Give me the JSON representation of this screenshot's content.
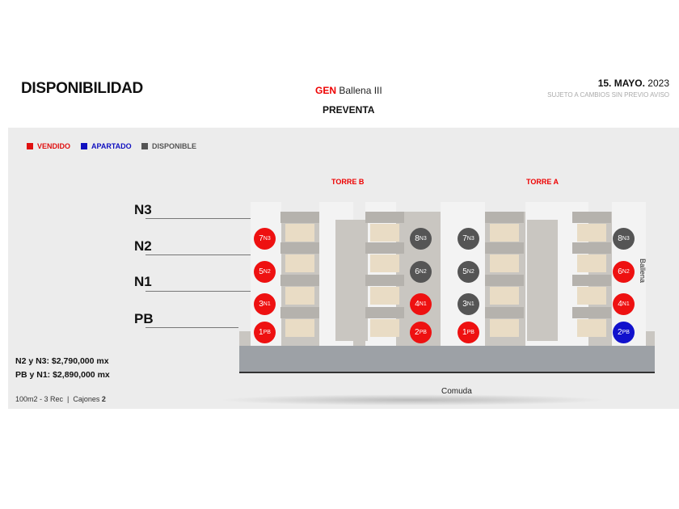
{
  "header": {
    "title": "DISPONIBILIDAD",
    "project_brand": "GEN",
    "project_name": "Ballena III",
    "phase": "PREVENTA",
    "date_bold": "15. MAYO.",
    "date_year": "2023",
    "notice": "SUJETO A CAMBIOS SIN PREVIO AVISO"
  },
  "legend": [
    {
      "label": "VENDIDO",
      "color": "#e01010"
    },
    {
      "label": "APARTADO",
      "color": "#1010c0"
    },
    {
      "label": "DISPONIBLE",
      "color": "#555555"
    }
  ],
  "towers": [
    {
      "name": "TORRE B"
    },
    {
      "name": "TORRE A"
    }
  ],
  "levels": [
    "N3",
    "N2",
    "N1",
    "PB"
  ],
  "prices": [
    "N2 y N3: $2,790,000 mx",
    "PB y N1: $2,890,000 mx"
  ],
  "specs": {
    "text": "100m2 - 3 Rec  |  Cajones ",
    "cajones": "2"
  },
  "streets": {
    "bottom": "Comuda",
    "side": "Ballena"
  },
  "status_colors": {
    "vendido": "#ee1111",
    "apartado": "#1111cc",
    "disponible": "#555555"
  },
  "units": [
    {
      "tower": "TORRE B",
      "num": "7",
      "level": "N3",
      "status": "vendido"
    },
    {
      "tower": "TORRE B",
      "num": "5",
      "level": "N2",
      "status": "vendido"
    },
    {
      "tower": "TORRE B",
      "num": "3",
      "level": "N1",
      "status": "vendido"
    },
    {
      "tower": "TORRE B",
      "num": "1",
      "level": "PB",
      "status": "vendido"
    },
    {
      "tower": "TORRE B",
      "num": "8",
      "level": "N3",
      "status": "disponible"
    },
    {
      "tower": "TORRE B",
      "num": "6",
      "level": "N2",
      "status": "disponible"
    },
    {
      "tower": "TORRE B",
      "num": "4",
      "level": "N1",
      "status": "vendido"
    },
    {
      "tower": "TORRE B",
      "num": "2",
      "level": "PB",
      "status": "vendido"
    },
    {
      "tower": "TORRE A",
      "num": "7",
      "level": "N3",
      "status": "disponible"
    },
    {
      "tower": "TORRE A",
      "num": "5",
      "level": "N2",
      "status": "disponible"
    },
    {
      "tower": "TORRE A",
      "num": "3",
      "level": "N1",
      "status": "disponible"
    },
    {
      "tower": "TORRE A",
      "num": "1",
      "level": "PB",
      "status": "vendido"
    },
    {
      "tower": "TORRE A",
      "num": "8",
      "level": "N3",
      "status": "disponible"
    },
    {
      "tower": "TORRE A",
      "num": "6",
      "level": "N2",
      "status": "vendido"
    },
    {
      "tower": "TORRE A",
      "num": "4",
      "level": "N1",
      "status": "vendido"
    },
    {
      "tower": "TORRE A",
      "num": "2",
      "level": "PB",
      "status": "apartado"
    }
  ]
}
